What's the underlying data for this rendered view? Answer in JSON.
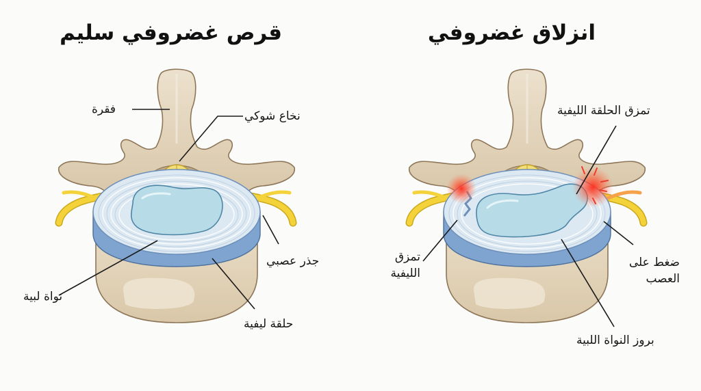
{
  "diagrams": [
    {
      "id": "healthy",
      "title": "قرص غضروفي سليم",
      "labels": {
        "vertebra": "فقرة",
        "spinal_cord": "نخاع شوكي",
        "nerve_root": "جذر عصبي",
        "nucleus_pulposus": "نواة لبية",
        "annulus_fibrosus": "حلقة ليفية"
      }
    },
    {
      "id": "herniated",
      "title": "انزلاق غضروفي",
      "labels": {
        "annulus_tear_top": "تمزق الحلقة الليفية",
        "annulus_tear_left_line1": "تمزق",
        "annulus_tear_left_line2": "الليفية",
        "nerve_compression_line1": "ضغط على",
        "nerve_compression_line2": "العصب",
        "nucleus_protrusion": "بروز النواة اللبية"
      }
    }
  ],
  "colors": {
    "bone": "#e3d5bd",
    "bone_shadow": "#cbb89a",
    "bone_outline": "#8d7658",
    "nerve": "#f4d23a",
    "nerve_outline": "#c9a81c",
    "disc_ring": "#dde9f2",
    "disc_outer": "#7fa4cf",
    "nucleus": "#b7dce8",
    "inflammation": "#ee3b2a",
    "leader_line": "#1a1a1a",
    "background": "#fbfbfa"
  }
}
